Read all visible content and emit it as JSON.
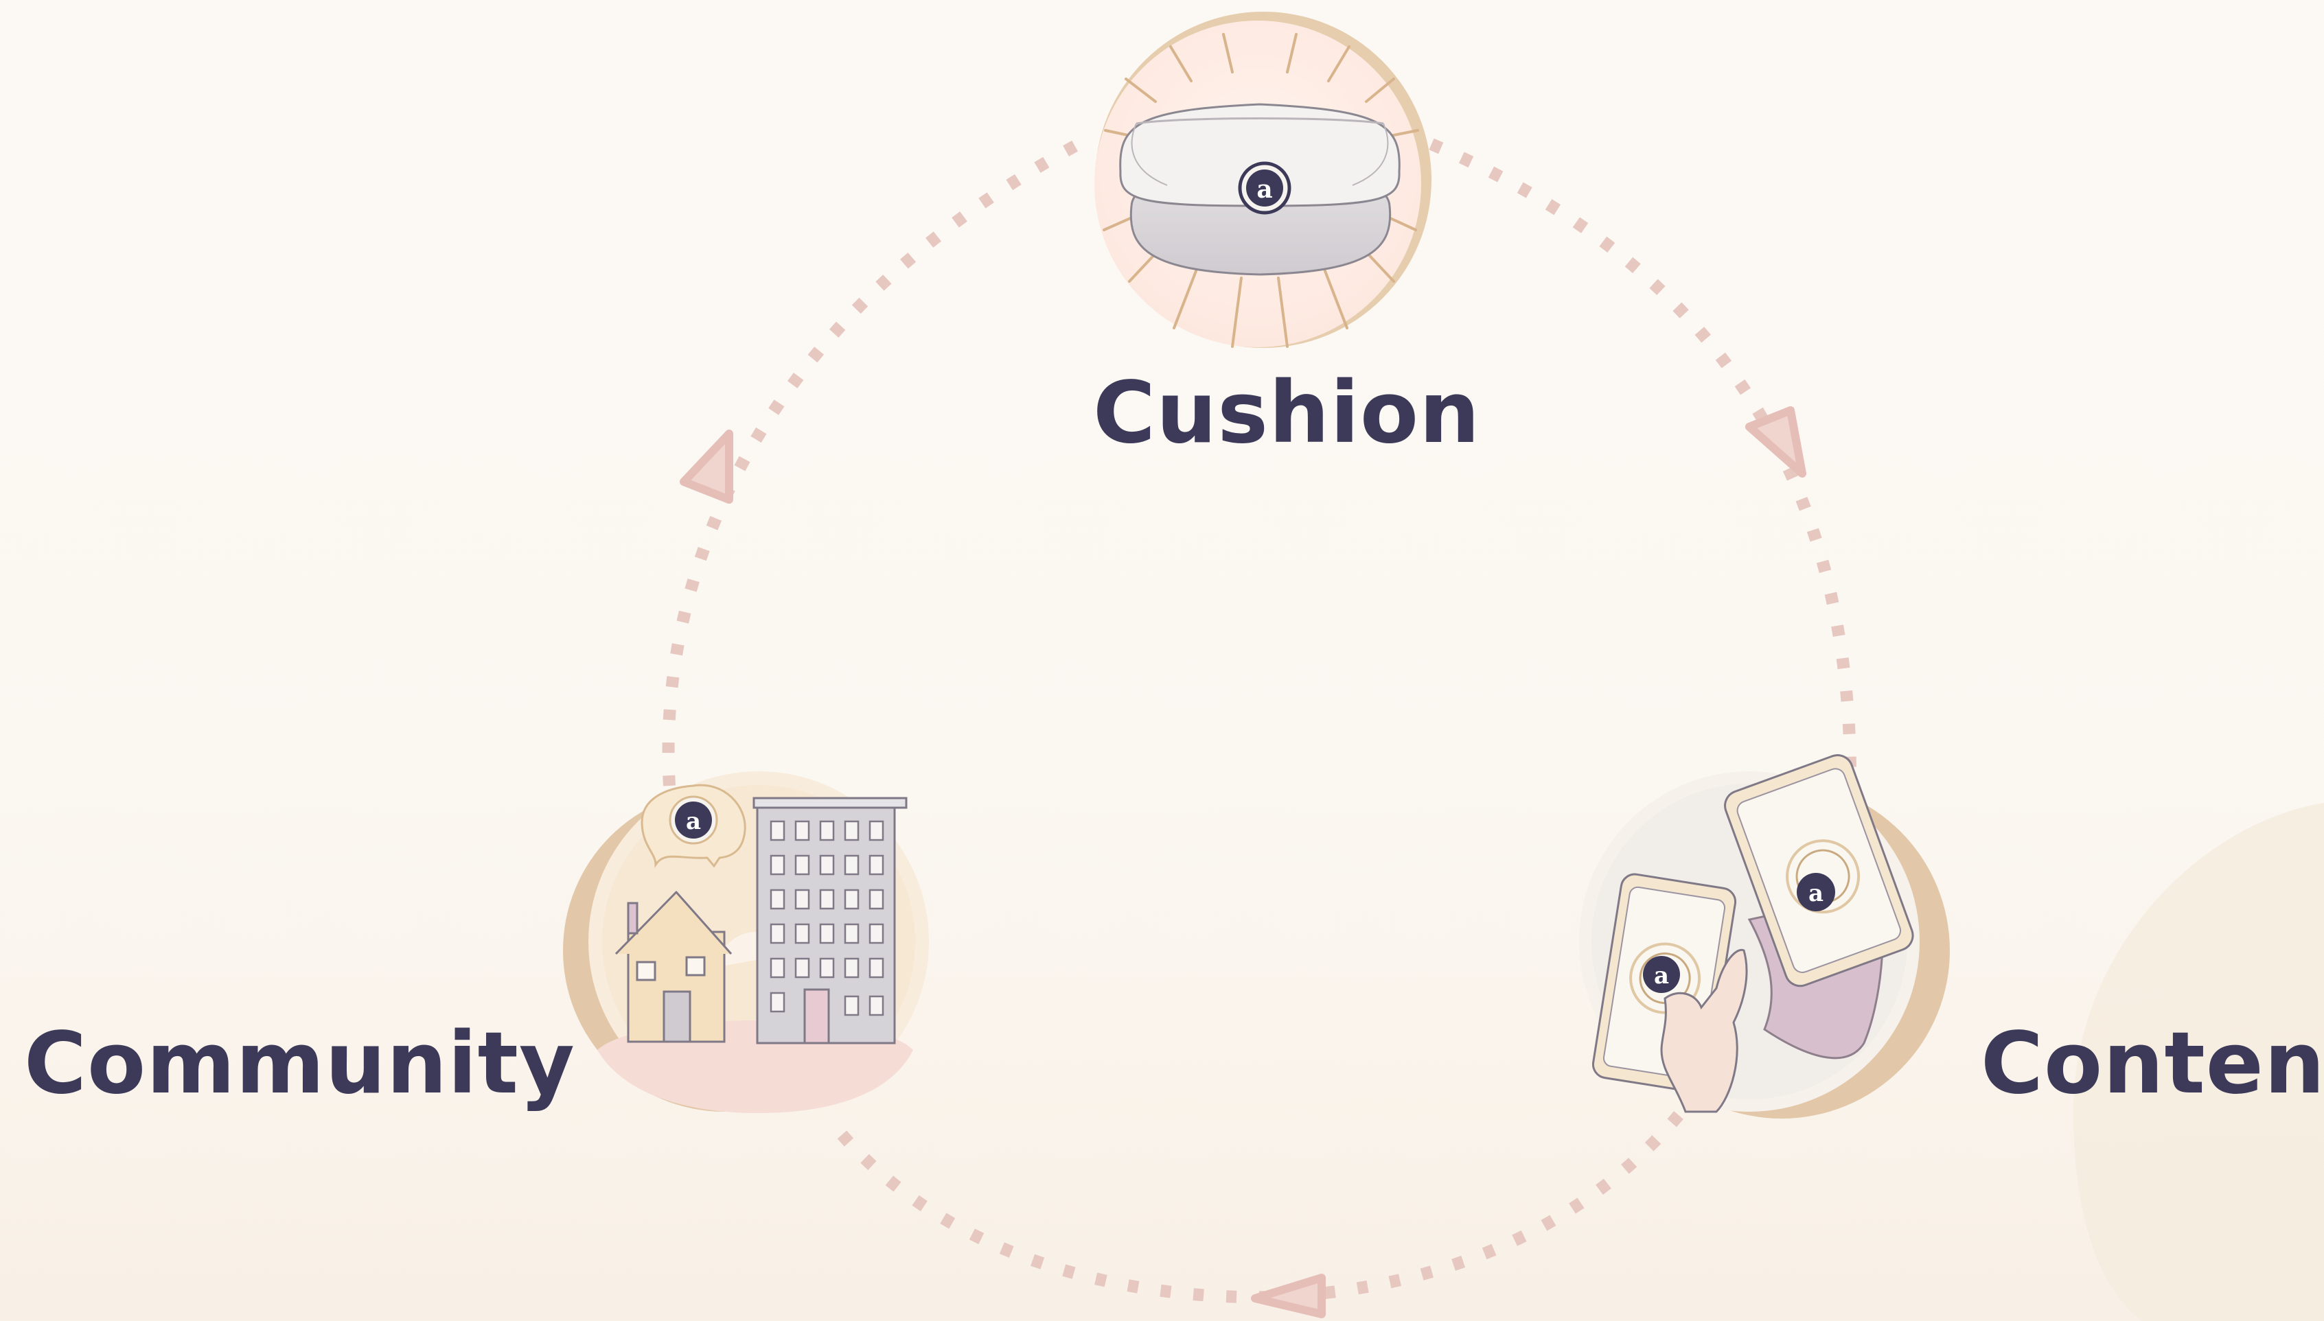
{
  "diagram": {
    "type": "cycle",
    "nodes": [
      {
        "id": "cushion",
        "label": "Cushion",
        "icon": "cushion-icon"
      },
      {
        "id": "content",
        "label": "Content",
        "icon": "phones-icon"
      },
      {
        "id": "community",
        "label": "Community",
        "icon": "city-icon"
      }
    ],
    "edges": [
      {
        "from": "cushion",
        "to": "content",
        "style": "dotted",
        "arrow": true
      },
      {
        "from": "content",
        "to": "community",
        "style": "dotted",
        "arrow": true
      },
      {
        "from": "community",
        "to": "cushion",
        "style": "dotted",
        "arrow": true
      }
    ],
    "badge_letter": "a"
  },
  "colors": {
    "label": "#3c3a58",
    "dots": "#e7c8c0",
    "badge": "#3c3a58",
    "halo": "#e2c8a8"
  }
}
